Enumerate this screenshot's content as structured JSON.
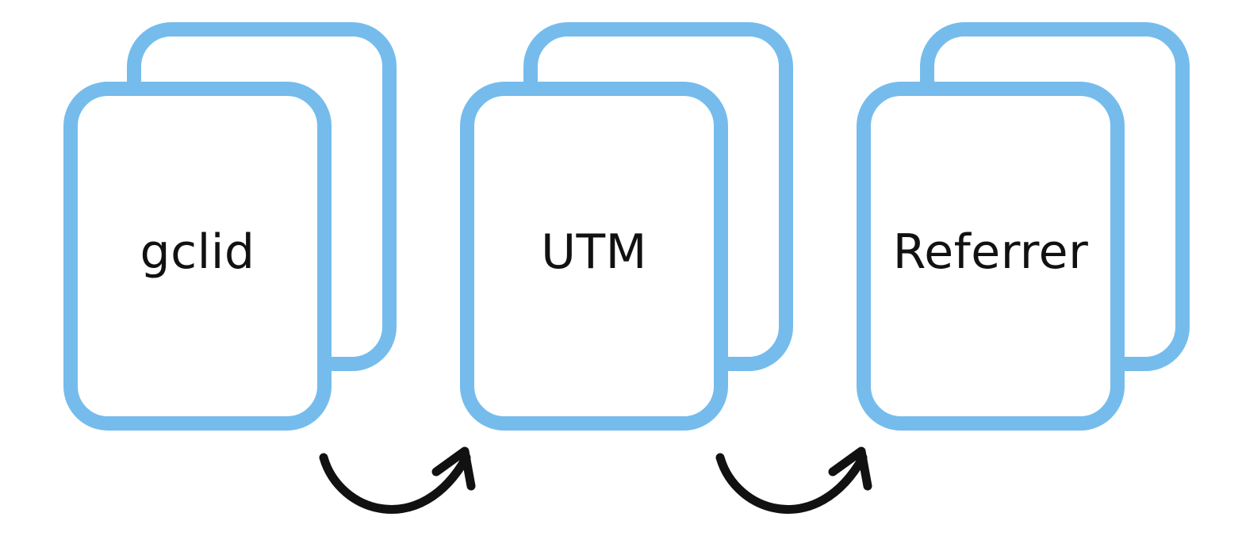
{
  "colors": {
    "card_stroke": "#75bcec",
    "arrow": "#111111",
    "text": "#111111",
    "background": "#ffffff"
  },
  "steps": [
    {
      "label": "gclid",
      "icon": "stacked-documents-icon"
    },
    {
      "label": "UTM",
      "icon": "stacked-documents-icon"
    },
    {
      "label": "Referrer",
      "icon": "stacked-documents-icon"
    }
  ],
  "connectors": [
    {
      "icon": "curved-arrow-icon",
      "from": "gclid",
      "to": "UTM"
    },
    {
      "icon": "curved-arrow-icon",
      "from": "UTM",
      "to": "Referrer"
    }
  ]
}
